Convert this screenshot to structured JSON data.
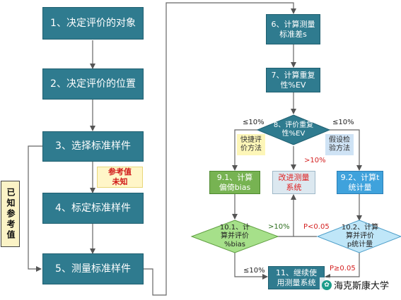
{
  "steps": {
    "s1": "1、决定评价的对象",
    "s2": "2、决定评价的位置",
    "s3": "3、选择标准样件",
    "s4": "4、标定标准样件",
    "s5": "5、测量标准样件",
    "s6": "6、计算测量\n标准差s",
    "s7": "7、计算重复\n性%EV",
    "s8": "8、评价重复\n性%EV",
    "s91": "9.1、计算\n偏倚bias",
    "s101": "10.1、计\n算并评价\n%bias",
    "s92": "9.2、计算t\n统计量",
    "s102": "10.2、计算\n算并评价\np统计量",
    "s11": "11、继续使\n用测量系统",
    "improve": "改进测量\n系统"
  },
  "notes": {
    "quick": "快捷评\n价方法",
    "hypo": "假设检\n验方法",
    "ref_unknown": "参考值\n未知",
    "side": "已知参考值"
  },
  "labels": {
    "le10_left": "≤10%",
    "le10_right": "≤10%",
    "gt10_center": ">10%",
    "gt10_mid": ">10%",
    "p_lt": "P<0.05",
    "le10_bottom": "≤10%",
    "p_ge": "P≥0.05"
  },
  "watermark": "海克斯康大学",
  "colors": {
    "teal": "#2f7b8f",
    "green": "#77b352",
    "blue": "#3fa2dc",
    "improve_bg": "#dce8f0",
    "red": "#e02020"
  }
}
